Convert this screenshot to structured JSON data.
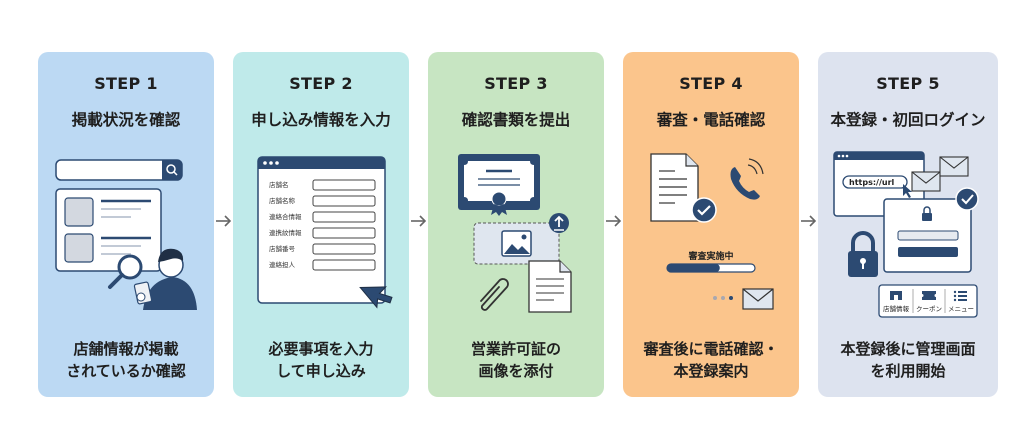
{
  "colors": {
    "navy": "#2c4a72",
    "step1_bg": "#bcd9f3",
    "step2_bg": "#bfeaea",
    "step3_bg": "#c7e5c2",
    "step4_bg": "#fbc58c",
    "step5_bg": "#dde3ef"
  },
  "steps": [
    {
      "label": "STEP 1",
      "title": "掲載状況を確認",
      "description": "店舗情報が掲載\nされているか確認",
      "icons": [
        "search-bar-icon",
        "listing-card-icon",
        "magnifier-icon",
        "person-with-phone-icon"
      ]
    },
    {
      "label": "STEP 2",
      "title": "申し込み情報を入力",
      "description": "必要事項を入力\nして申し込み",
      "form_fields": [
        "店舗名",
        "店舗名称",
        "連絡合情報",
        "連携紋情報",
        "店舗番号",
        "連絡担人"
      ],
      "icons": [
        "browser-form-icon",
        "cursor-icon"
      ]
    },
    {
      "label": "STEP 3",
      "title": "確認書類を提出",
      "description": "営業許可証の\n画像を添付",
      "icons": [
        "certificate-icon",
        "image-upload-icon",
        "upload-icon",
        "document-icon",
        "paperclip-icon"
      ]
    },
    {
      "label": "STEP 4",
      "title": "審査・電話確認",
      "description": "審査後に電話確認・\n本登録案内",
      "status_label": "審査実施中",
      "progress": 0.6,
      "icons": [
        "document-check-icon",
        "phone-icon",
        "progress-bar",
        "mail-icon"
      ]
    },
    {
      "label": "STEP 5",
      "title": "本登録・初回ログイン",
      "description": "本登録後に管理画面\nを利用開始",
      "url_text": "https://url",
      "menu_tabs": [
        "店舗情報",
        "クーポン",
        "メニュー"
      ],
      "icons": [
        "browser-url-icon",
        "mail-icon",
        "login-panel-icon",
        "check-badge-icon",
        "padlock-icon",
        "store-icon",
        "coupon-icon",
        "menu-list-icon"
      ]
    }
  ],
  "connector_icon": "arrow-right-icon"
}
